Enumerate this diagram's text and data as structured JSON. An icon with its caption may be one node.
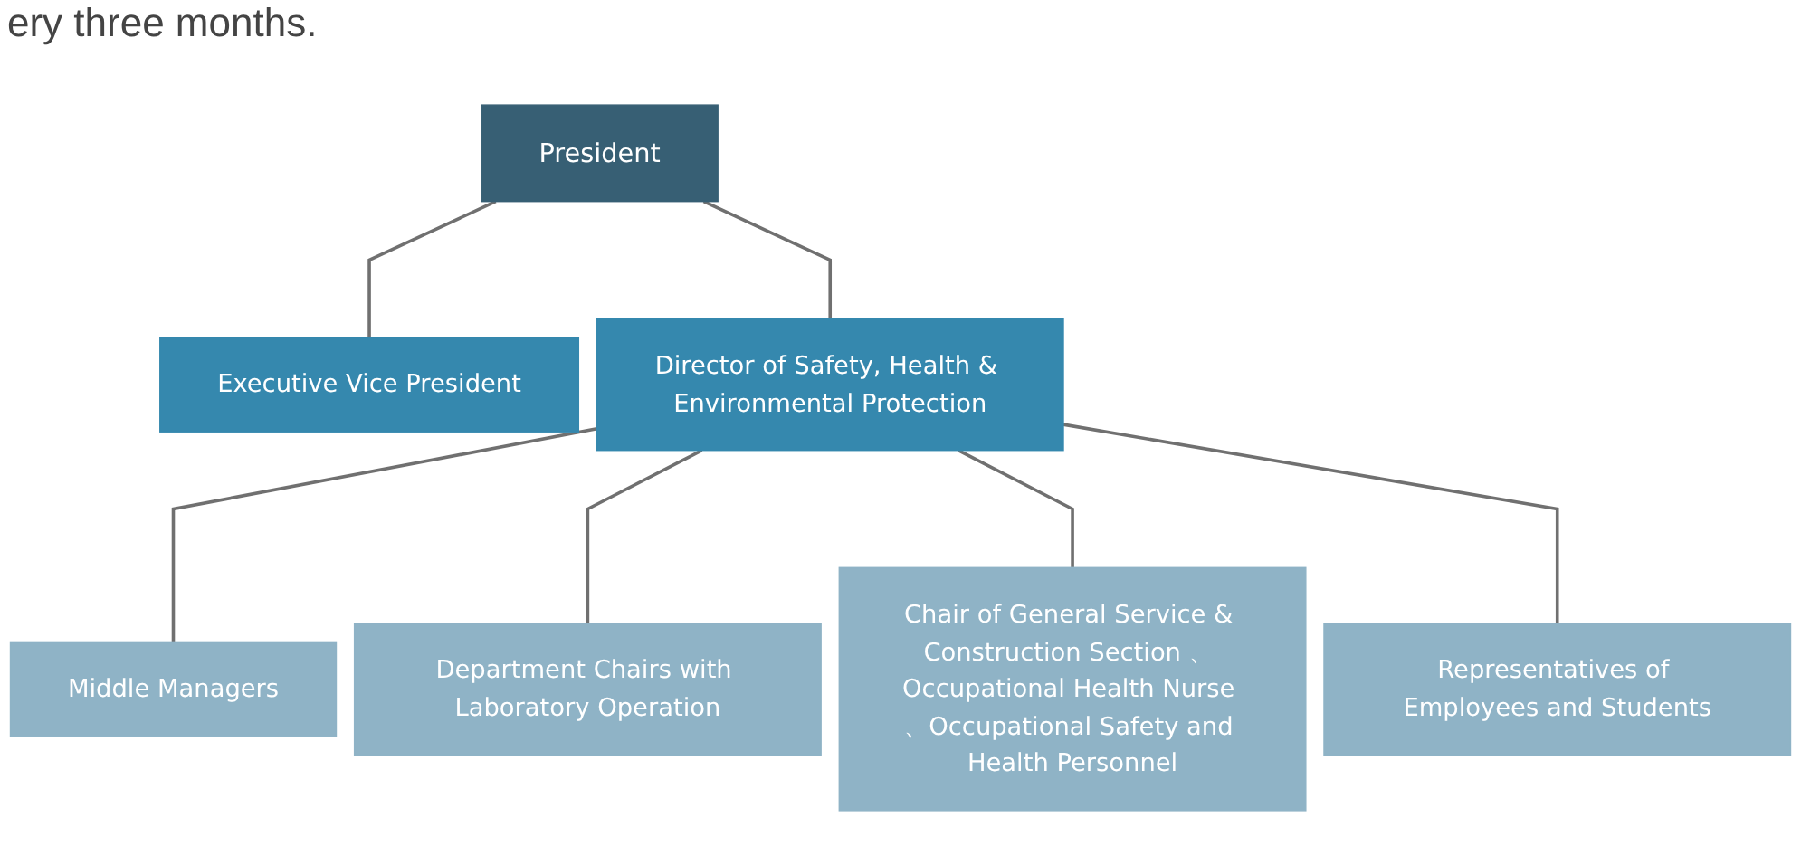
{
  "diagram": {
    "nodes": [
      {
        "text": [
          "President"
        ]
      },
      {
        "text": [
          "Executive Vice President"
        ]
      },
      {
        "text": [
          "Director of Safety, Health & Environmental Protection"
        ]
      },
      {
        "text": [
          "Middle Managers"
        ]
      },
      {
        "text": [
          "Department Chairs with Laboratory Operation"
        ]
      },
      {
        "text": [
          "Chair of General Service & Construction Section 、 Occupational Health Nurse 、Occupational Safety and Health Personnel"
        ]
      },
      {
        "text": [
          "Representatives of Employees and Students"
        ]
      }
    ],
    "edges": [
      {
        "from": 0,
        "to": 1,
        "arrow": "none"
      },
      {
        "from": 0,
        "to": 2,
        "arrow": "none"
      },
      {
        "from": 2,
        "to": 3,
        "arrow": "none"
      },
      {
        "from": 2,
        "to": 4,
        "arrow": "none"
      },
      {
        "from": 2,
        "to": 5,
        "arrow": "none"
      },
      {
        "from": 2,
        "to": 6,
        "arrow": "none"
      }
    ],
    "labels": [
      "ery three months."
    ]
  }
}
